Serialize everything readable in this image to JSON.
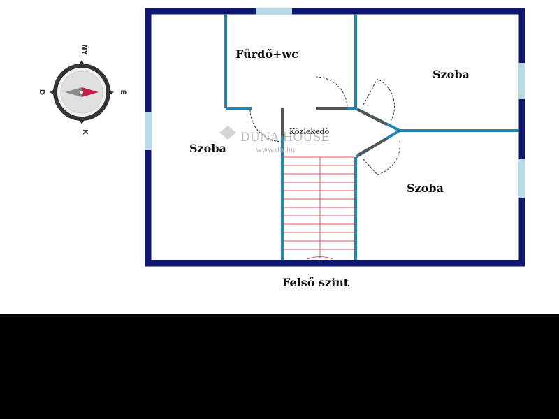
{
  "compass": {
    "north": "NY",
    "east": "É",
    "south": "K",
    "west": "D",
    "needle_colors": {
      "red": "#c0204a",
      "grey": "#8a8a8a"
    }
  },
  "rooms": {
    "bathroom": "Fürdő+wc",
    "room_left": "Szoba",
    "room_top_right": "Szoba",
    "room_bottom_right": "Szoba",
    "corridor": "Közlekedő"
  },
  "watermark": {
    "brand": "DUNA HOUSE",
    "url": "www.dh.hu"
  },
  "caption": "Felső szint",
  "colors": {
    "outer_wall": "#0d1670",
    "inner_wall": "#1f86b0",
    "window": "#b9dbe8",
    "stair_line": "#d9586a",
    "door_arc": "#333333"
  }
}
